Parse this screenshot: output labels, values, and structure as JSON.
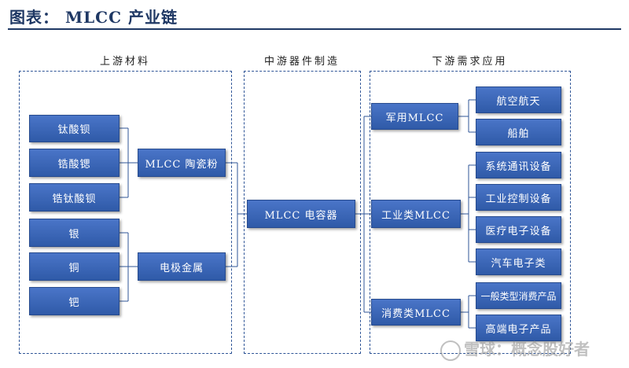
{
  "title": "图表：  MLCC 产业链",
  "columns": {
    "upstream": "上游材料",
    "midstream": "中游器件制造",
    "downstream": "下游需求应用"
  },
  "upstream": {
    "ceramic_sources": [
      "钛酸钡",
      "锆酸锶",
      "锆钛酸钡"
    ],
    "metal_sources": [
      "银",
      "铜",
      "钯"
    ],
    "ceramic_powder": "MLCC 陶瓷粉",
    "electrode_metal": "电极金属"
  },
  "midstream": {
    "capacitor": "MLCC 电容器"
  },
  "downstream": {
    "military": {
      "label": "军用MLCC",
      "apps": [
        "航空航天",
        "船舶"
      ]
    },
    "industrial": {
      "label": "工业类MLCC",
      "apps": [
        "系统通讯设备",
        "工业控制设备",
        "医疗电子设备",
        "汽车电子类"
      ]
    },
    "consumer": {
      "label": "消费类MLCC",
      "apps": [
        "一般类型消费产品",
        "高端电子产品"
      ]
    }
  },
  "watermark": "雪球：概念股好者",
  "colors": {
    "box": "#3a66b8",
    "border": "#2f5597",
    "title": "#1f3864"
  }
}
